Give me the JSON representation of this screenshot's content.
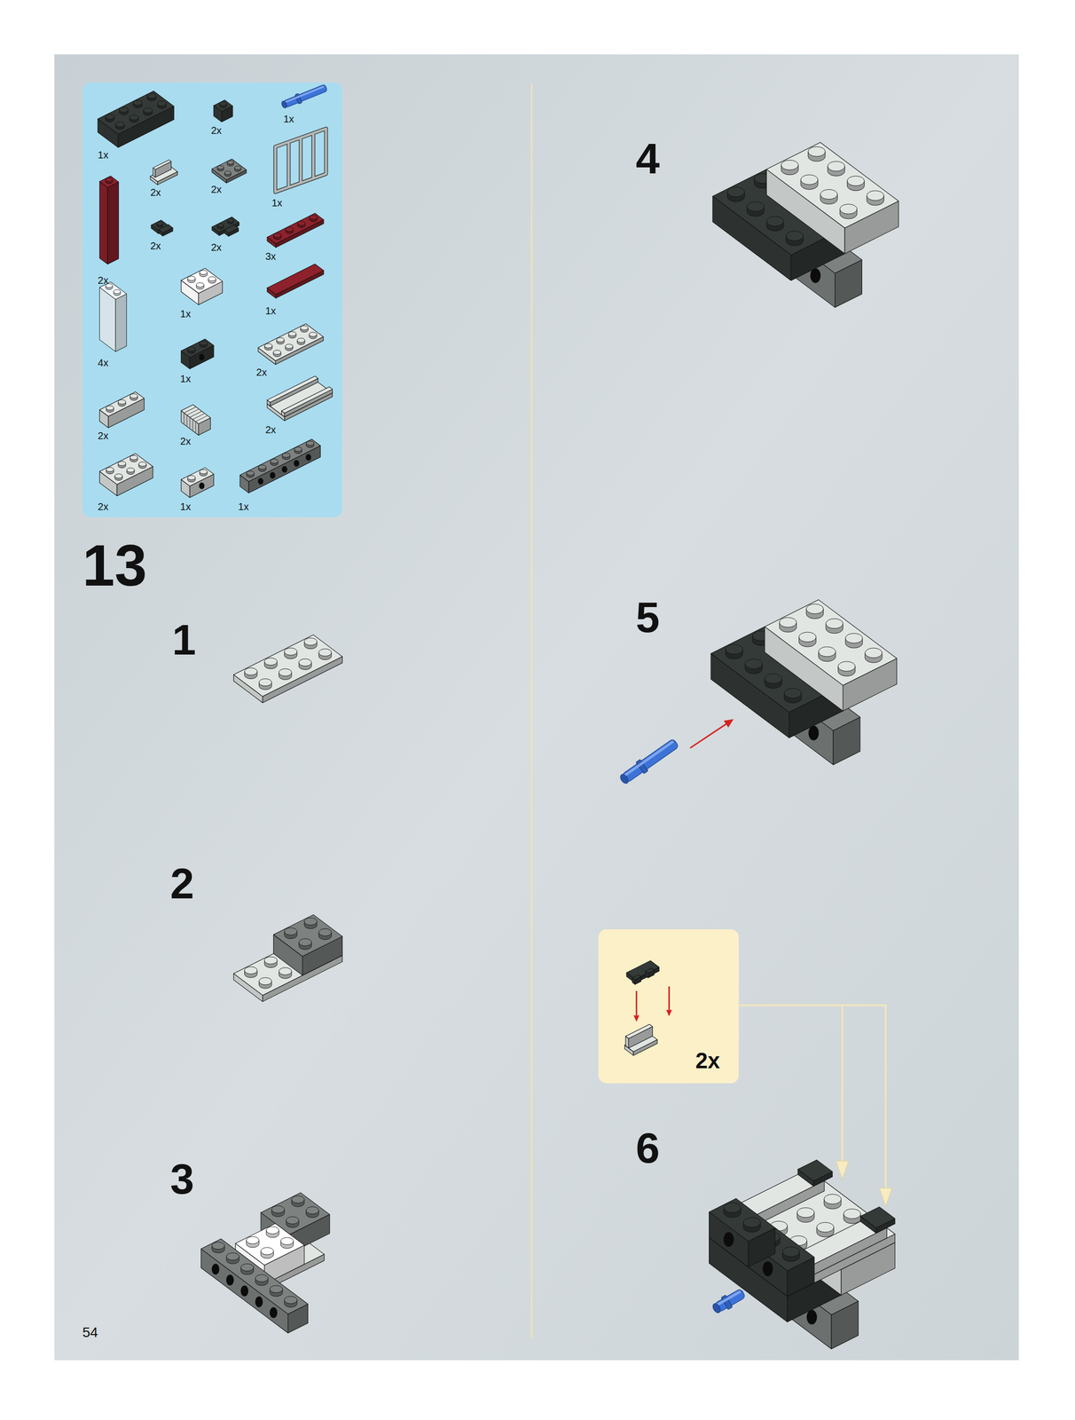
{
  "diagram": {
    "nodes": [
      {
        "text": [
          "1x",
          "2x",
          "1x",
          "2x",
          "2x",
          "1x",
          "2x",
          "2x",
          "2x",
          "3x",
          "1x",
          "1x",
          "4x",
          "1x",
          "2x",
          "2x",
          "2x",
          "2x",
          "2x",
          "1x",
          "1x"
        ]
      },
      {
        "text": [
          "2x"
        ]
      }
    ],
    "labels": [
      "13",
      "1",
      "2",
      "3",
      "4",
      "5",
      "6",
      "54"
    ]
  }
}
